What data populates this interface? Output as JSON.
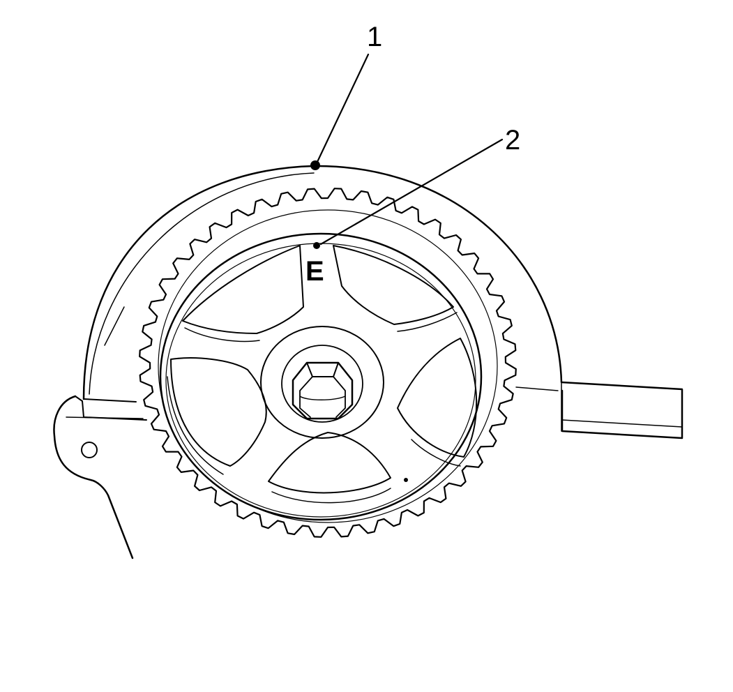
{
  "callouts": [
    {
      "id": "1",
      "label": "1"
    },
    {
      "id": "2",
      "label": "2"
    }
  ],
  "sprocket_mark": "E",
  "colors": {
    "line": "#000000",
    "background": "#ffffff"
  }
}
